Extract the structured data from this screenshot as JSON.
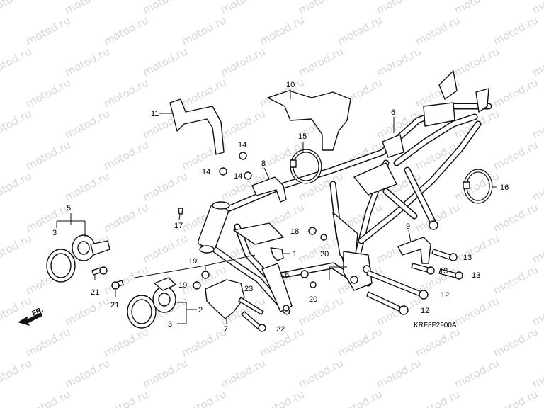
{
  "watermark": {
    "text": "motod.ru",
    "color": "#d6d6d6"
  },
  "diagram_code": "KRF8F2900A",
  "front_marker": "FR.",
  "callouts": {
    "c1": "1",
    "c2": "2",
    "c3a": "3",
    "c3b": "3",
    "c5": "5",
    "c6": "6",
    "c7": "7",
    "c8": "8",
    "c9": "9",
    "c10": "10",
    "c11": "11",
    "c12a": "12",
    "c12b": "12",
    "c13a": "13",
    "c13b": "13",
    "c13c": "13",
    "c14a": "14",
    "c14b": "14",
    "c14c": "14",
    "c15": "15",
    "c16": "16",
    "c17": "17",
    "c18a": "18",
    "c18b": "18",
    "c19a": "19",
    "c19b": "19",
    "c20a": "20",
    "c20b": "20",
    "c21a": "21",
    "c21b": "21",
    "c22": "22",
    "c23": "23"
  }
}
